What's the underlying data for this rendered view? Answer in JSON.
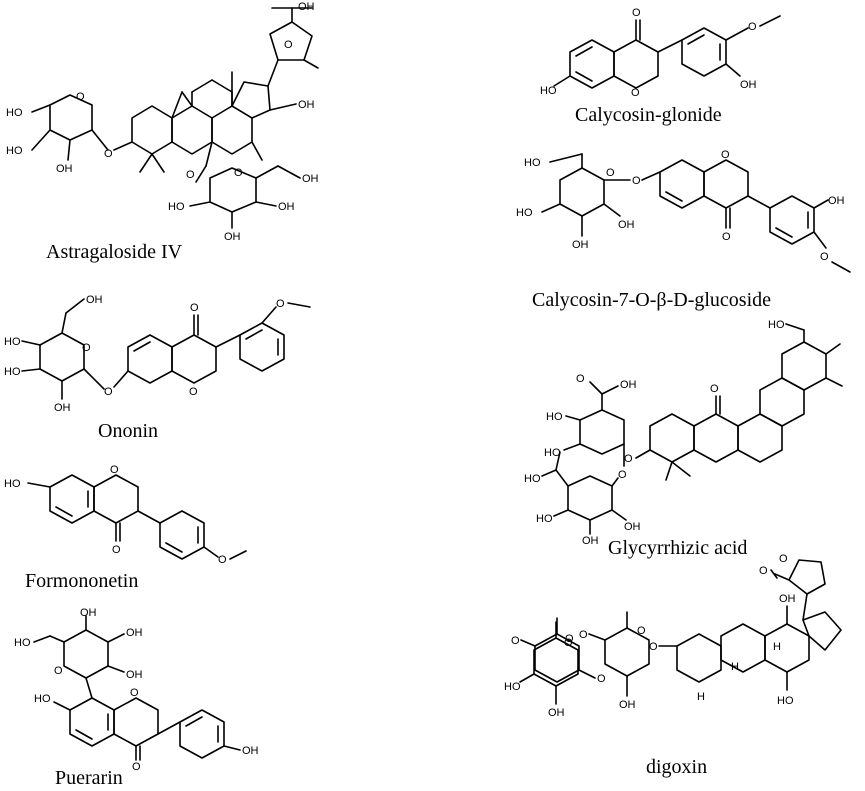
{
  "compounds": [
    {
      "name": "Astragaloside IV"
    },
    {
      "name": "Calycosin-glonide"
    },
    {
      "name": "Calycosin-7-O-β-D-glucoside"
    },
    {
      "name": "Ononin"
    },
    {
      "name": "Glycyrrhizic acid"
    },
    {
      "name": "Formononetin"
    },
    {
      "name": "Puerarin"
    },
    {
      "name": "digoxin"
    }
  ],
  "atom_labels": {
    "oh": "OH",
    "ho": "HO",
    "o": "O",
    "h": "H"
  }
}
